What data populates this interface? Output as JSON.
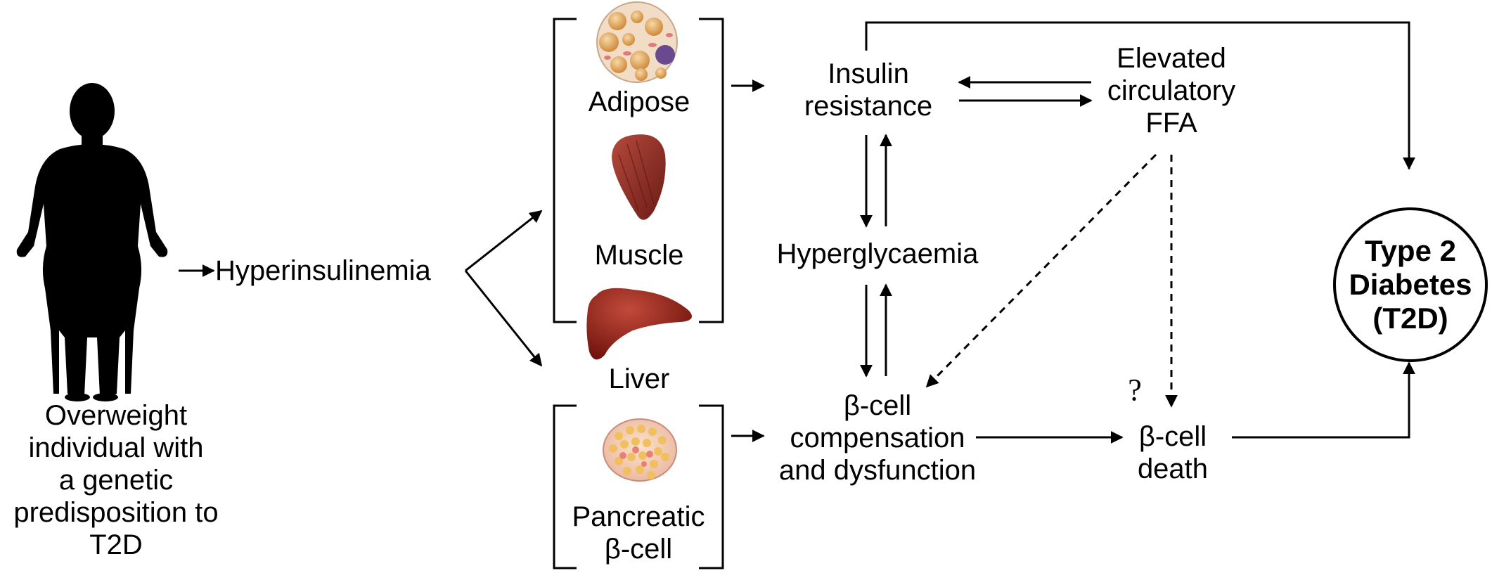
{
  "person": {
    "caption": "Overweight\nindividual with\na genetic\npredisposition to\nT2D"
  },
  "nodes": {
    "hyperinsulinemia": "Hyperinsulinemia",
    "adipose": "Adipose",
    "muscle": "Muscle",
    "liver": "Liver",
    "pancreatic": "Pancreatic\nβ-cell",
    "insulin_resistance": "Insulin\nresistance",
    "ffa": "Elevated\ncirculatory\nFFA",
    "hyperglycaemia": "Hyperglycaemia",
    "beta_comp": "β-cell\ncompensation\nand dysfunction",
    "beta_death": "β-cell\ndeath",
    "question": "?",
    "t2d": "Type 2\nDiabetes\n(T2D)"
  },
  "colors": {
    "ink": "#000000",
    "adipose_bg": "#f1dcc6",
    "adipose_fat": "#e0a25a",
    "adipose_nucleus": "#6a4a8e",
    "muscle": "#8e2f26",
    "liver": "#8a1d14",
    "pancreas_bg": "#f6d2b8",
    "pancreas_fat": "#f0c060"
  }
}
